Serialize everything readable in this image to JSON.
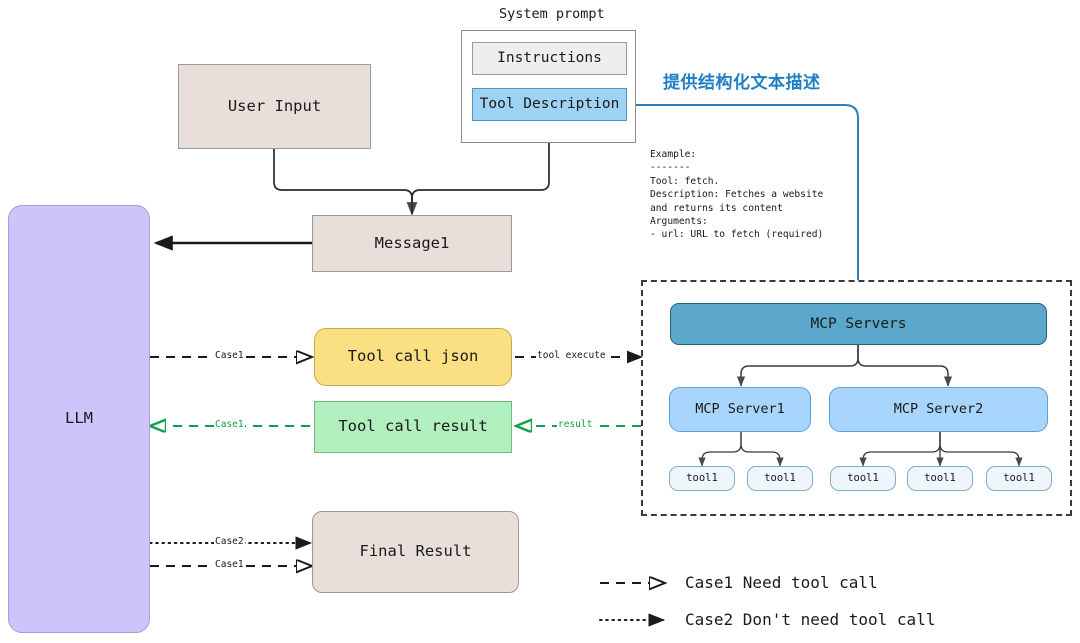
{
  "diagram": {
    "title": "LLM tool-calling with MCP servers flow",
    "colors": {
      "llm_fill": "#cfc3fb",
      "beige_fill": "#e9dfda",
      "tool_call_json_fill": "#fbdf83",
      "tool_call_result_fill": "#b2efbe",
      "mcp_header_fill": "#5ca8cc",
      "mcp_server_fill": "#a7d5fc",
      "tool_chip_fill": "#eef6fc",
      "tool_description_fill": "#9fd3f5",
      "annotation_blue": "#1f7ec4",
      "result_arrow_green": "#14a04a"
    },
    "captions": {
      "system_prompt": "System prompt"
    },
    "annotation": {
      "structured_text": "提供结构化文本描述"
    },
    "nodes": {
      "user_input": "User Input",
      "instructions": "Instructions",
      "tool_description": "Tool Description",
      "message1": "Message1",
      "llm": "LLM",
      "tool_call_json": "Tool call json",
      "tool_call_result": "Tool call result",
      "final_result": "Final Result",
      "mcp_servers": "MCP Servers",
      "mcp_server1": "MCP Server1",
      "mcp_server2": "MCP Server2",
      "tools": [
        "tool1",
        "tool1",
        "tool1",
        "tool1",
        "tool1"
      ]
    },
    "example_block": "Example:\n-------\nTool: fetch.\nDescription: Fetches a website\nand returns its content\nArguments:\n- url: URL to fetch (required)",
    "edge_labels": {
      "case1_tool_call": "Case1",
      "tool_execute": "tool execute",
      "case1_result": "Case1",
      "result": "result",
      "case2_final": "Case2",
      "case1_final": "Case1"
    },
    "legend": [
      {
        "style": "dashed",
        "text": "Case1 Need tool call"
      },
      {
        "style": "dotted",
        "text": "Case2 Don't need tool call"
      }
    ]
  }
}
